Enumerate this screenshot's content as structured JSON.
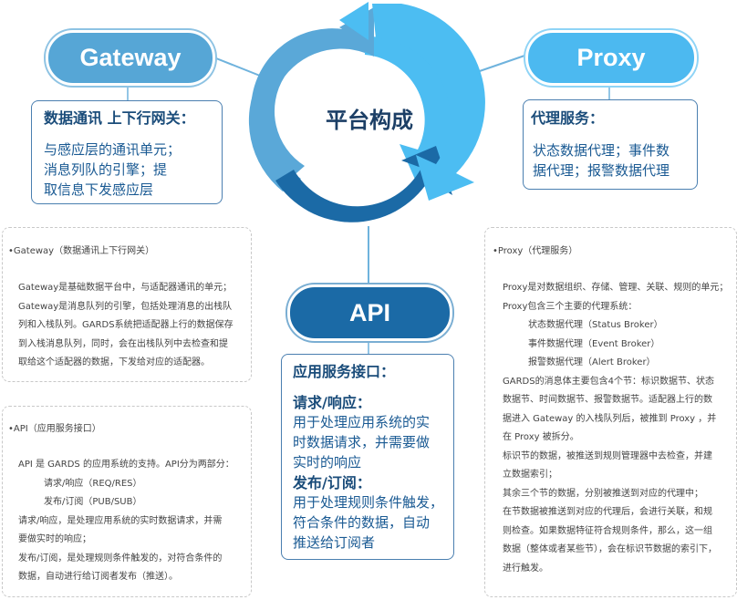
{
  "center_title": "平台构成",
  "gateway": {
    "pill": "Gateway",
    "box_title": "数据通讯 上下行网关：",
    "box_lines": [
      "与感应层的通讯单元；",
      "消息列队的引擎；提",
      "取信息下发感应层"
    ]
  },
  "proxy": {
    "pill": "Proxy",
    "box_title": "代理服务：",
    "box_lines": [
      "状态数据代理；事件数",
      "据代理；报警数据代理"
    ]
  },
  "api": {
    "pill": "API",
    "box_title": "应用服务接口：",
    "sub1_title": "请求/响应：",
    "sub1_lines": [
      "用于处理应用系统的实",
      "时数据请求，并需要做",
      "实时的响应"
    ],
    "sub2_title": "发布/订阅：",
    "sub2_lines": [
      "用于处理规则条件触发，",
      "符合条件的数据，自动",
      "推送给订阅者"
    ]
  },
  "notes": {
    "gateway": {
      "head": "•Gateway（数据通讯上下行网关）",
      "lines": [
        "Gateway是基础数据平台中，与适配器通讯的单元；",
        "Gateway是消息队列的引擎，包括处理消息的出栈队",
        "列和入栈队列。GARDS系统把适配器上行的数据保存",
        "到入栈消息队列，同时，会在出栈队列中去检查和提",
        "取给这个适配器的数据，下发给对应的适配器。"
      ]
    },
    "api": {
      "head": "•API（应用服务接口）",
      "lines": [
        "API 是 GARDS 的应用系统的支持。API分为两部分：",
        "请求/响应（REQ/RES）",
        "发布/订阅（PUB/SUB）",
        "请求/响应，是处理应用系统的实时数据请求，并需",
        "要做实时的响应；",
        "发布/订阅，是处理规则条件触发的，对符合条件的",
        "数据，自动进行给订阅者发布（推送）。"
      ]
    },
    "proxy": {
      "head": "•Proxy（代理服务）",
      "lines": [
        "Proxy是对数据组织、存储、管理、关联、规则的单元；",
        "Proxy包含三个主要的代理系统：",
        "状态数据代理（Status Broker）",
        "事件数据代理（Event Broker）",
        "报警数据代理（Alert Broker）",
        "GARDS的消息体主要包含4个节：标识数据节、状态",
        "数据节、时间数据节、报警数据节。适配器上行的数",
        "据进入 Gateway 的入栈队列后，被推到 Proxy ，并",
        "在 Proxy 被拆分。",
        "标识节的数据，被推送到规则管理器中去检查，并建",
        "立数据索引；",
        "其余三个节的数据，分别被推送到对应的代理中；",
        "在节数据被推送到对应的代理后，会进行关联，和规",
        "则检查。如果数据特征符合规则条件，那么，这一组",
        "数据（整体或者某些节），会在标识节数据的索引下，",
        "进行触发。"
      ]
    }
  },
  "colors": {
    "ring_left": "#5aa8d8",
    "ring_right": "#4cbdf2",
    "ring_bottom": "#1b6aa6",
    "box_border": "#4a7fb0",
    "connector": "#6fb3dd"
  }
}
